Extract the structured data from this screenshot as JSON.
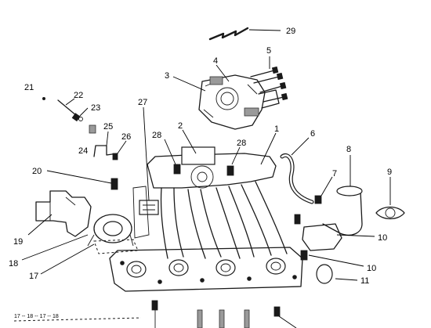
{
  "callouts": [
    {
      "id": "c29",
      "label": "29"
    },
    {
      "id": "c5",
      "label": "5"
    },
    {
      "id": "c4",
      "label": "4"
    },
    {
      "id": "c3",
      "label": "3"
    },
    {
      "id": "c21",
      "label": "21"
    },
    {
      "id": "c22",
      "label": "22"
    },
    {
      "id": "c23",
      "label": "23"
    },
    {
      "id": "c27",
      "label": "27"
    },
    {
      "id": "c25",
      "label": "25"
    },
    {
      "id": "c24",
      "label": "24"
    },
    {
      "id": "c26",
      "label": "26"
    },
    {
      "id": "c28a",
      "label": "28"
    },
    {
      "id": "c2",
      "label": "2"
    },
    {
      "id": "c28b",
      "label": "28"
    },
    {
      "id": "c1",
      "label": "1"
    },
    {
      "id": "c6",
      "label": "6"
    },
    {
      "id": "c8",
      "label": "8"
    },
    {
      "id": "c7",
      "label": "7"
    },
    {
      "id": "c9",
      "label": "9"
    },
    {
      "id": "c20",
      "label": "20"
    },
    {
      "id": "c19",
      "label": "19"
    },
    {
      "id": "c18",
      "label": "18"
    },
    {
      "id": "c17",
      "label": "17"
    },
    {
      "id": "c10a",
      "label": "10"
    },
    {
      "id": "c10b",
      "label": "10"
    },
    {
      "id": "c11",
      "label": "11"
    }
  ],
  "bottom_strip": {
    "text": "17 -- 18 -- 17 -- 18"
  }
}
